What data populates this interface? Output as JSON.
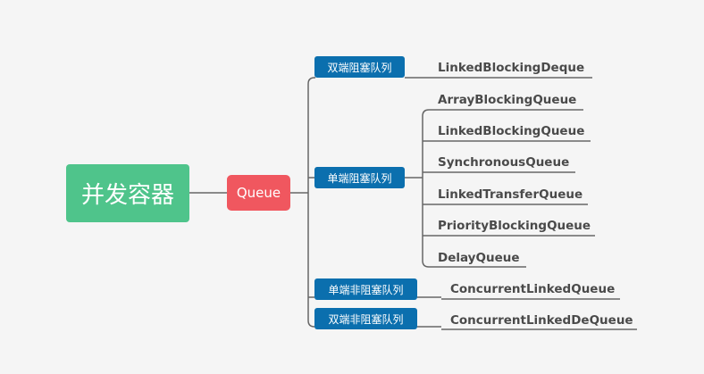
{
  "root": {
    "label": "并发容器"
  },
  "queue": {
    "label": "Queue"
  },
  "categories": [
    {
      "label": "双端阻塞队列"
    },
    {
      "label": "单端阻塞队列"
    },
    {
      "label": "单端非阻塞队列"
    },
    {
      "label": "双端非阻塞队列"
    }
  ],
  "leaves": {
    "double_blocking": [
      "LinkedBlockingDeque"
    ],
    "single_blocking": [
      "ArrayBlockingQueue",
      "LinkedBlockingQueue",
      "SynchronousQueue",
      "LinkedTransferQueue",
      "PriorityBlockingQueue",
      "DelayQueue"
    ],
    "single_nonblocking": [
      "ConcurrentLinkedQueue"
    ],
    "double_nonblocking": [
      "ConcurrentLinkedDeQueue"
    ]
  },
  "colors": {
    "root_fill": "#4fc48b",
    "queue_fill": "#f0575f",
    "category_fill": "#0b6fae",
    "connector": "#666666",
    "background": "#f5f5f5"
  }
}
